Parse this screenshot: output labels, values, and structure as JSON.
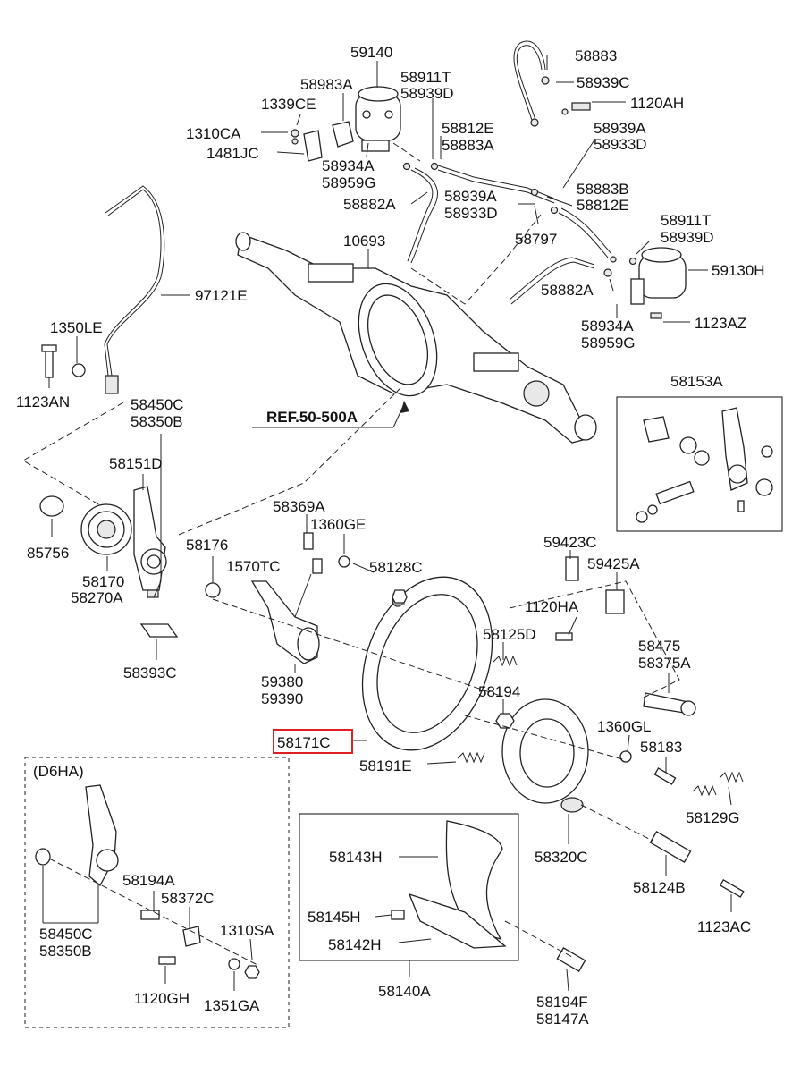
{
  "reference": "REF.50-500A",
  "variant": "(D6HA)",
  "highlighted_part": "58171C",
  "labels": {
    "p59140": "59140",
    "p58883": "58883",
    "p58983A": "58983A",
    "p58911T_a": "58911T",
    "p58939D_a": "58939D",
    "p58939C": "58939C",
    "p1339CE": "1339CE",
    "p1120AH": "1120AH",
    "p1310CA": "1310CA",
    "p58812E_a": "58812E",
    "p58883A": "58883A",
    "p58939A_a": "58939A",
    "p58933D_a": "58933D",
    "p1481JC": "1481JC",
    "p58934A_a": "58934A",
    "p58959G_a": "58959G",
    "p58883B": "58883B",
    "p58812E_b": "58812E",
    "p58882A_a": "58882A",
    "p58939A_b": "58939A",
    "p58933D_b": "58933D",
    "p58911T_b": "58911T",
    "p58939D_b": "58939D",
    "p10693": "10693",
    "p58797": "58797",
    "p59130H": "59130H",
    "p97121E": "97121E",
    "p58882A_b": "58882A",
    "p58934A_b": "58934A",
    "p58959G_b": "58959G",
    "p1123AZ": "1123AZ",
    "p1350LE": "1350LE",
    "p1123AN": "1123AN",
    "p58450C_a": "58450C",
    "p58350B_a": "58350B",
    "p58153A": "58153A",
    "p58151D": "58151D",
    "p85756": "85756",
    "p58170": "58170",
    "p58270A": "58270A",
    "p58393C": "58393C",
    "p58369A": "58369A",
    "p1360GE": "1360GE",
    "p58176": "58176",
    "p1570TC": "1570TC",
    "p58128C": "58128C",
    "p59423C": "59423C",
    "p59425A": "59425A",
    "p1120HA": "1120HA",
    "p58125D": "58125D",
    "p58475": "58475",
    "p58375A": "58375A",
    "p59380": "59380",
    "p59390": "59390",
    "p58194": "58194",
    "p1360GL": "1360GL",
    "p58183": "58183",
    "p58191E": "58191E",
    "p58129G": "58129G",
    "p58143H": "58143H",
    "p58320C": "58320C",
    "p58194A": "58194A",
    "p58372C": "58372C",
    "p58124B": "58124B",
    "p58145H": "58145H",
    "p58450C_b": "58450C",
    "p58350B_b": "58350B",
    "p1310SA": "1310SA",
    "p58142H": "58142H",
    "p1123AC": "1123AC",
    "p58140A": "58140A",
    "p1120GH": "1120GH",
    "p1351GA": "1351GA",
    "p58194F": "58194F",
    "p58147A": "58147A"
  }
}
